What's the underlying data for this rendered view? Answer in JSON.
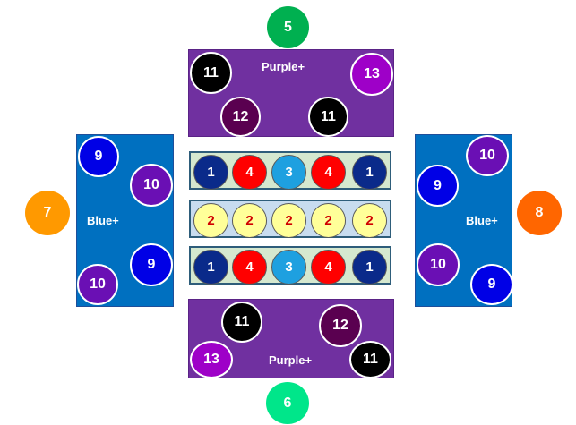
{
  "seats": {
    "top": "5",
    "bottom": "6",
    "left": "7",
    "right": "8"
  },
  "seat_colors": {
    "top": "#00b050",
    "bottom": "#00e68a",
    "left": "#ff9900",
    "right": "#ff6600"
  },
  "panels": {
    "top": {
      "label": "Purple+",
      "balls": [
        "11",
        "12",
        "11",
        "13"
      ]
    },
    "bottom": {
      "label": "Purple+",
      "balls": [
        "11",
        "12",
        "13",
        "11"
      ]
    },
    "left": {
      "label": "Blue+",
      "balls": [
        "9",
        "10",
        "9",
        "10"
      ]
    },
    "right": {
      "label": "Blue+",
      "balls": [
        "10",
        "9",
        "10",
        "9"
      ]
    }
  },
  "rack": {
    "row1": [
      "1",
      "4",
      "3",
      "4",
      "1"
    ],
    "row2": [
      "2",
      "2",
      "2",
      "2",
      "2"
    ],
    "row3": [
      "1",
      "4",
      "3",
      "4",
      "1"
    ]
  },
  "colors": {
    "purple_panel": "#7030a0",
    "blue_panel": "#0070c0"
  }
}
